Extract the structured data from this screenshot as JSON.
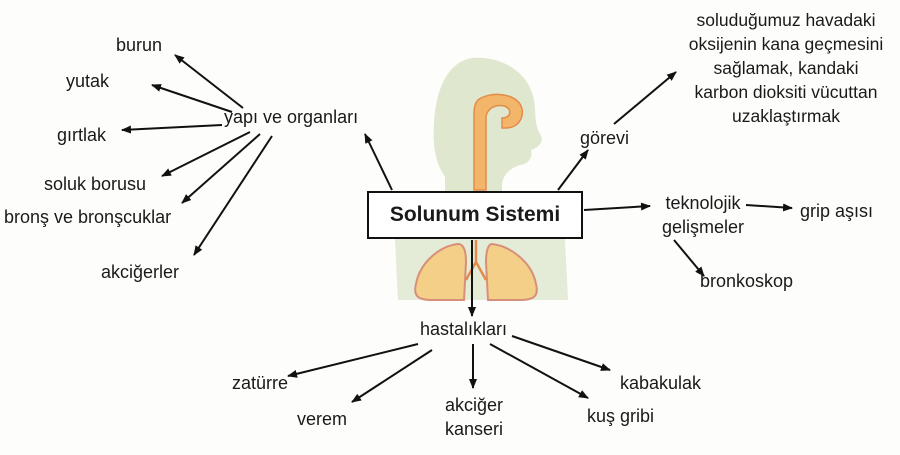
{
  "center": "Solunum Sistemi",
  "branches": {
    "yapi": "yapı ve organları",
    "gorevi": "görevi",
    "teknoloji_line1": "teknolojik",
    "teknoloji_line2": "gelişmeler",
    "hastaliklar": "hastalıkları"
  },
  "organs": [
    "burun",
    "yutak",
    "gırtlak",
    "soluk borusu",
    "bronş ve bronşcuklar",
    "akciğerler"
  ],
  "duty_lines": [
    "soluduğumuz havadaki",
    "oksijenin kana geçmesini",
    "sağlamak, kandaki",
    "karbon dioksiti vücuttan",
    "uzaklaştırmak"
  ],
  "tech": [
    "grip aşısı",
    "bronkoskop"
  ],
  "diseases": {
    "zaturre": "zatürre",
    "verem": "verem",
    "akciger_line1": "akciğer",
    "akciger_line2": "kanseri",
    "kus_gribi": "kuş gribi",
    "kabakulak": "kabakulak"
  },
  "colors": {
    "silhouette": "#dfe7cf",
    "airway": "#f2b56a",
    "lungs": "#f4cf88",
    "lung_outline": "#d88f7a",
    "arrow": "#111111"
  }
}
